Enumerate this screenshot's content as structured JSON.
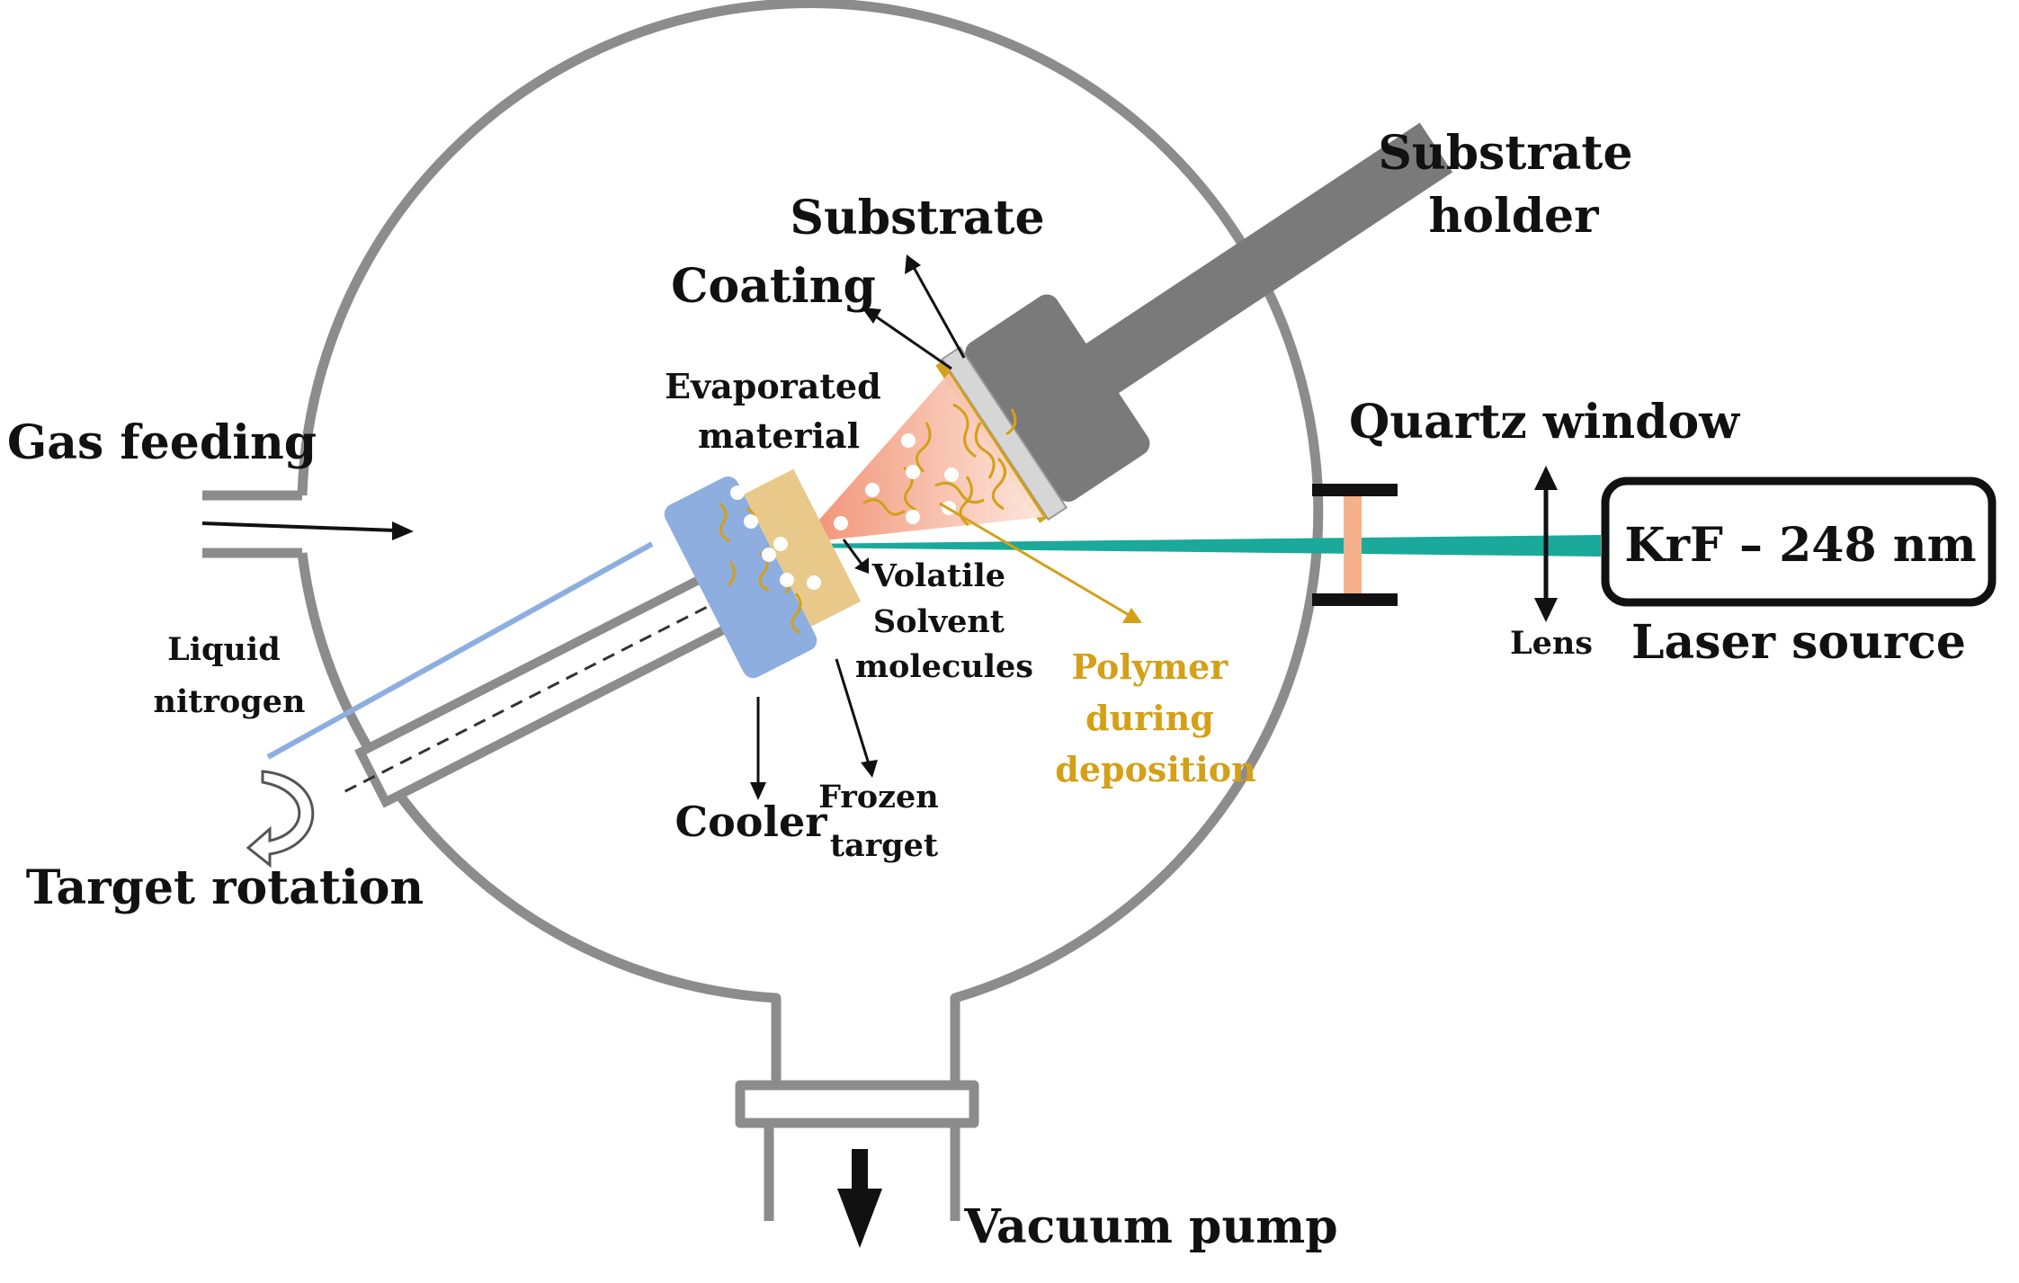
{
  "colors": {
    "chamber_outline": "#8c8c8c",
    "holder_gray": "#7a7a7a",
    "substrate_light": "#d6d6d6",
    "coating_gold": "#d4a017",
    "target_tan": "#e8c98a",
    "cooler_blue": "#8eaee0",
    "nitrogen_line": "#8eaee0",
    "plume": "#f4a58a",
    "laser_beam": "#1aa99a",
    "quartz": "#f4b08a",
    "polymer_label": "#d4a017",
    "text": "#111111"
  },
  "icons": {
    "rotation": "curved-arrow-icon",
    "pump_arrow": "down-arrow-icon",
    "lens": "double-arrow-icon"
  },
  "labels": {
    "substrate_holder": [
      "Substrate",
      "holder"
    ],
    "substrate": "Substrate",
    "coating": "Coating",
    "evaporated_material": [
      "Evaporated",
      "material"
    ],
    "gas_feeding": "Gas feeding",
    "quartz_window": "Quartz window",
    "laser_box": "KrF – 248 nm",
    "lens": "Lens",
    "laser_source": "Laser source",
    "volatile": [
      "Volatile",
      "Solvent",
      "molecules"
    ],
    "polymer": [
      "Polymer",
      "during",
      "deposition"
    ],
    "liquid_nitrogen": [
      "Liquid",
      "nitrogen"
    ],
    "target_rotation": "Target rotation",
    "cooler": "Cooler",
    "frozen_target": [
      "Frozen",
      "target"
    ],
    "vacuum_pump": "Vacuum pump"
  }
}
